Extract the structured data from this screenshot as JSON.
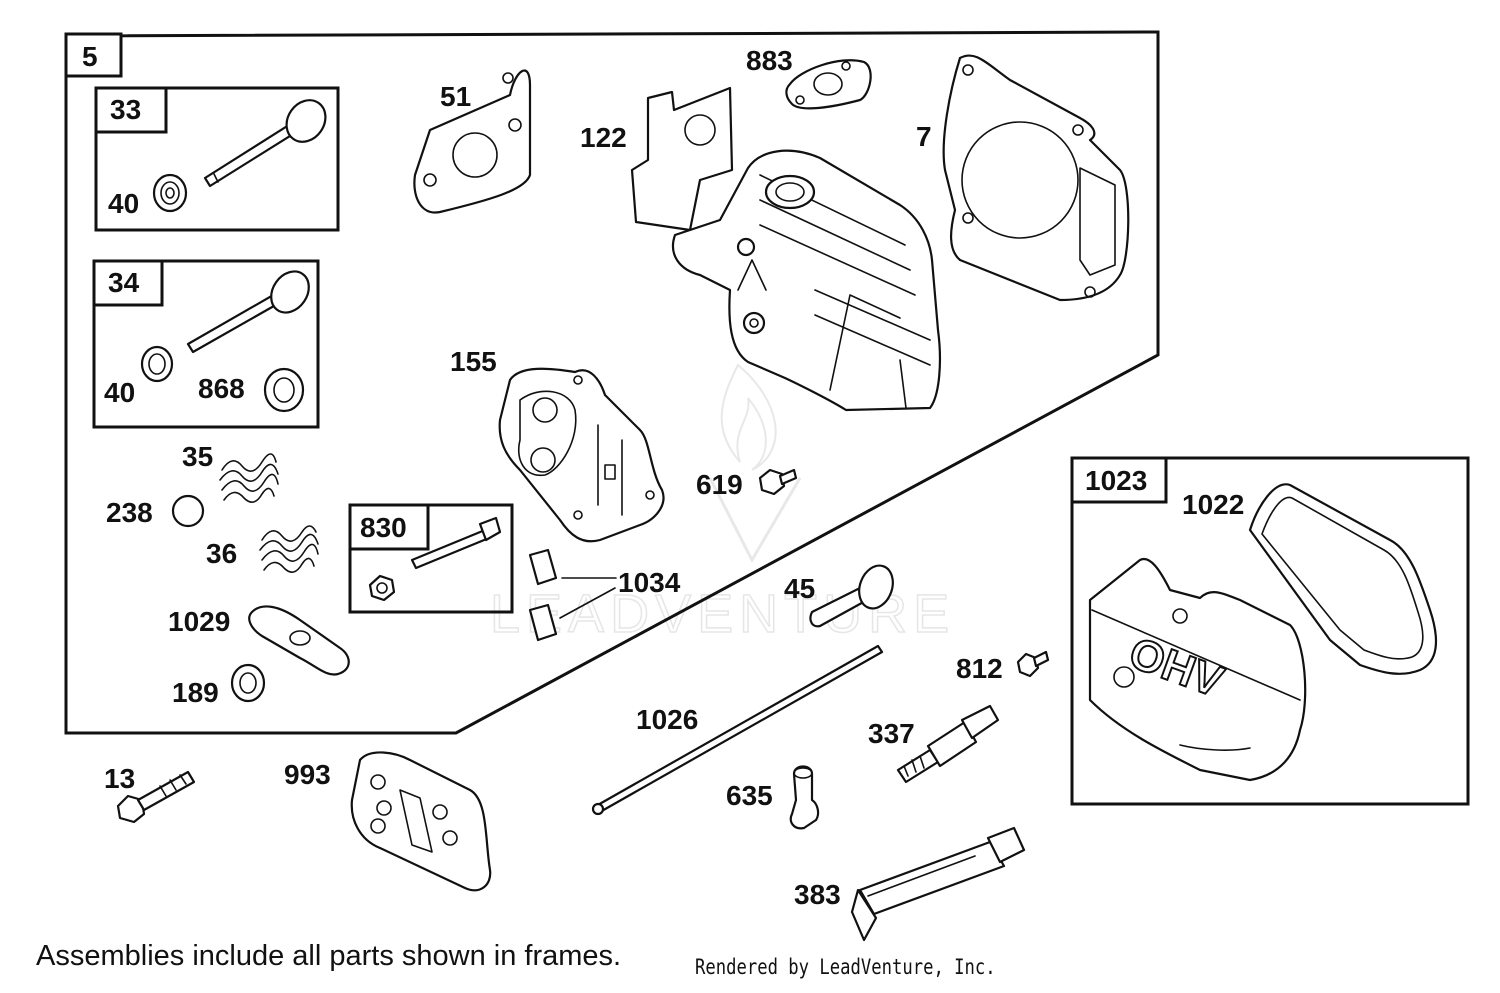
{
  "frames": [
    {
      "id": "f5",
      "label": "5"
    },
    {
      "id": "f33",
      "label": "33"
    },
    {
      "id": "f34",
      "label": "34"
    },
    {
      "id": "f830",
      "label": "830"
    },
    {
      "id": "f1023",
      "label": "1023"
    }
  ],
  "labels": {
    "p40a": "40",
    "p40b": "40",
    "p868": "868",
    "p35": "35",
    "p238": "238",
    "p36": "36",
    "p1029": "1029",
    "p189": "189",
    "p51": "51",
    "p122": "122",
    "p883": "883",
    "p7": "7",
    "p155": "155",
    "p619": "619",
    "p1034": "1034",
    "p45": "45",
    "p1022": "1022",
    "p812": "812",
    "p1026": "1026",
    "p337": "337",
    "p635": "635",
    "p383": "383",
    "p13": "13",
    "p993": "993"
  },
  "cover_text": "OHV",
  "watermark": "LEADVENTURE",
  "footer": {
    "note": "Assemblies include all parts shown in frames.",
    "credit": "Rendered by LeadVenture, Inc."
  }
}
